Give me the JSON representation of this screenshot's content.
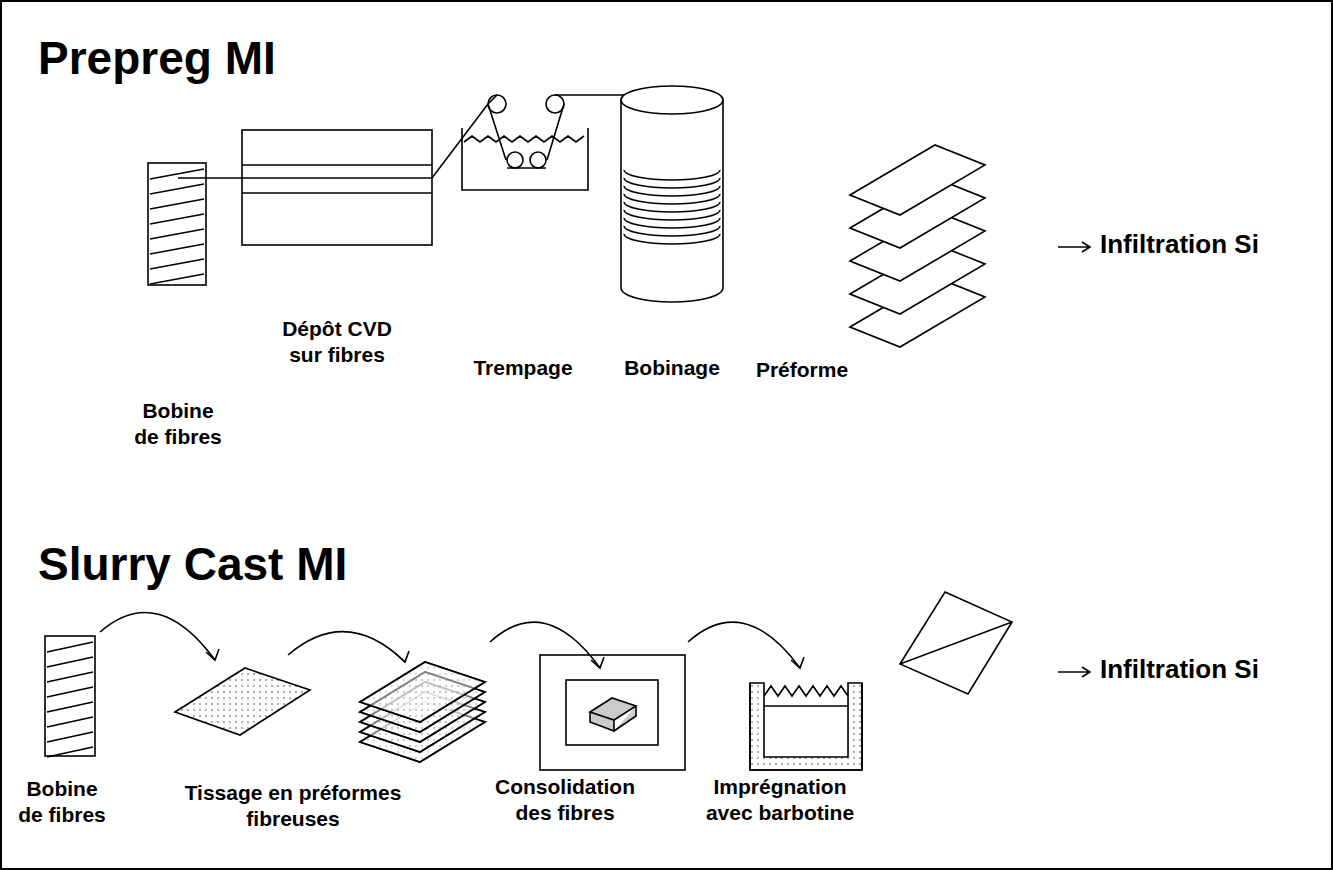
{
  "diagram": {
    "labels": [
      "Prepreg MI",
      "Bobine de fibres",
      "Dépôt CVD sur fibres",
      "Trempage",
      "Bobinage",
      "Préforme",
      "Infiltration Si",
      "Slurry Cast MI",
      "Bobine de fibres",
      "Tissage en préformes fibreuses",
      "Consolidation des fibres",
      "Imprégnation avec barbotine",
      "Infiltration Si"
    ]
  }
}
